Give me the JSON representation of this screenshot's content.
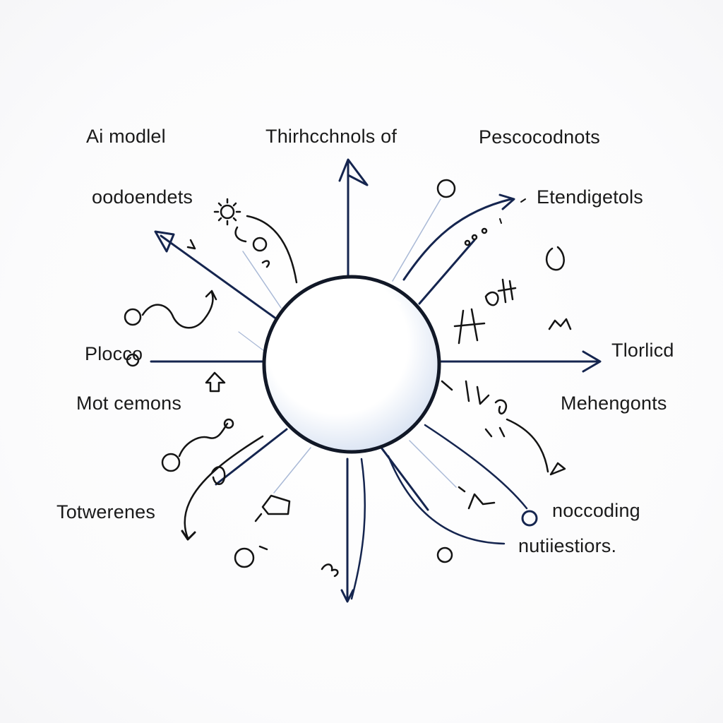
{
  "labels": {
    "top_left": "Ai modlel",
    "top_center": "Thirhcchnols of",
    "top_right": "Pescocodnots",
    "left_2": "oodoendets",
    "right_2": "Etendigetols",
    "left_3": "Plocco",
    "right_3": "Tlorlicd",
    "left_4": "Mot cemons",
    "right_4": "Mehengonts",
    "left_5": "Totwerenes",
    "right_5": "noccoding",
    "right_6": "nutiiestiors."
  },
  "scribbles": {
    "right_mid_upper": "Hoff",
    "right_mid_lower": "lk-g"
  },
  "colors": {
    "navy": "#15254f",
    "ink": "#141414",
    "light_blue": "#a9b9d6",
    "circle_shade": "#dfe7f4"
  }
}
